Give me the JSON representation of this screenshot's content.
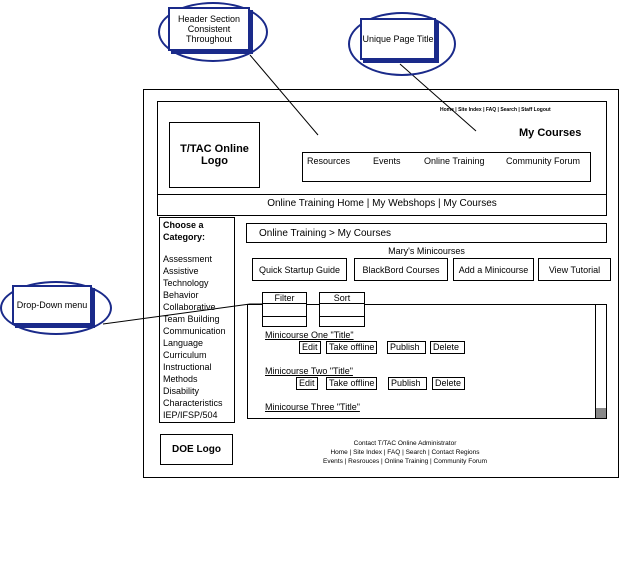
{
  "callouts": {
    "header": "Header Section Consistent Throughout",
    "title": "Unique Page Title",
    "dropdown": "Drop-Down menu"
  },
  "header": {
    "logo": "T/TAC Online Logo",
    "utility_links": "Home | Site Index | FAQ | Search | Staff Logout",
    "page_title": "My  Courses",
    "nav": [
      "Resources",
      "Events",
      "Online Training",
      "Community Forum"
    ]
  },
  "subnav": "Online Training Home |  My Webshops |  My Courses",
  "sidebar": {
    "heading": "Choose a Category:",
    "items": [
      "Assessment",
      "Assistive Technology",
      "Behavior",
      "Collaborative Team Building",
      "Communication",
      "Language",
      "Curriculum",
      "Instructional Methods",
      "Disability Characteristics",
      "IEP/IFSP/504"
    ]
  },
  "main": {
    "breadcrumb": "Online Training > My Courses",
    "section_title": "Mary's Minicourses",
    "buttons": [
      "Quick Startup Guide",
      "BlackBord Courses",
      "Add a Minicourse",
      "View Tutorial"
    ],
    "filter": "Filter",
    "sort": "Sort",
    "courses": [
      {
        "title": "Minicourse One \"Title\""
      },
      {
        "title": "Minicourse Two \"Title\""
      },
      {
        "title": "Minicourse Three \"Title\""
      }
    ],
    "actions": [
      "Edit",
      "Take offline",
      "Publish",
      "Delete"
    ]
  },
  "footer": {
    "logo": "DOE Logo",
    "lines": [
      "Contact T/TAC Online Administrator",
      "Home | Site Index | FAQ | Search | Contact Regions",
      "Events | Resrouces | Online Training | Community Forum"
    ]
  }
}
